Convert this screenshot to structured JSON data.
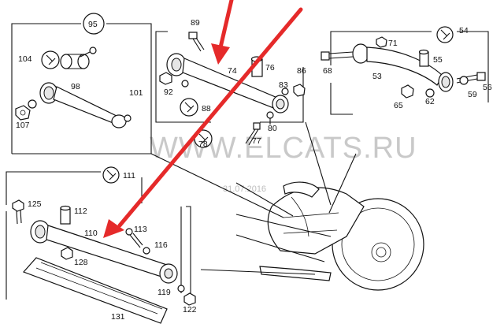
{
  "watermark": {
    "site": "WWW.ELCATS.RU",
    "date": "31.07.2016"
  },
  "callouts": [
    "95",
    "104",
    "98",
    "107",
    "101",
    "89",
    "74",
    "92",
    "88",
    "76",
    "83",
    "86",
    "80",
    "77",
    "78",
    "54",
    "71",
    "55",
    "68",
    "53",
    "56",
    "65",
    "62",
    "59",
    "111",
    "125",
    "112",
    "110",
    "113",
    "116",
    "128",
    "119",
    "122",
    "131"
  ],
  "colors": {
    "arrow": "#e52a2a",
    "line": "#111111",
    "watermark": "#c9c9c9"
  },
  "icons": [
    "wrench-icon",
    "arrow-icon"
  ]
}
